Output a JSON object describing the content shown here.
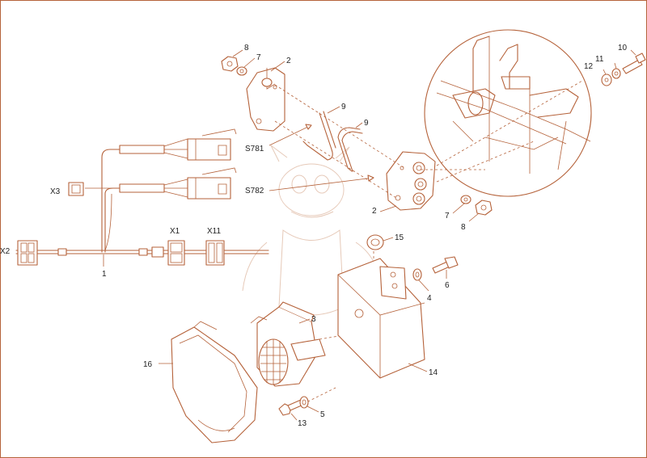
{
  "colors": {
    "line": "#b5623a",
    "text": "#222222",
    "watermark": "#e6c9b8"
  },
  "callouts": {
    "harness": "1",
    "bracket_top": "2",
    "bracket_bottom": "2",
    "alarm": "3",
    "washer_right": "4",
    "washer_lower": "5",
    "bolt_right": "6",
    "washer_top": "7",
    "washer_mid": "7",
    "nut_top": "8",
    "nut_mid": "8",
    "ubolt_a": "9",
    "ubolt_b": "9",
    "bolt_top": "10",
    "washer_11": "11",
    "washer_12": "12",
    "bolt_lower": "13",
    "housing": "14",
    "grommet": "15",
    "cover": "16"
  },
  "sensors": {
    "s781": "S781",
    "s782": "S782"
  },
  "connectors": {
    "x1": "X1",
    "x2": "X2",
    "x3": "X3",
    "x11": "X11"
  },
  "icons": {
    "watermark": "dragon-watermark-icon"
  }
}
